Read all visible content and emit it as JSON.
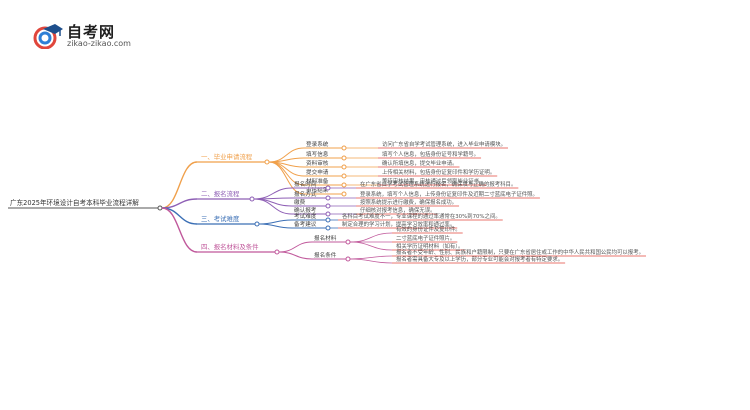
{
  "logo": {
    "cn": "自考网",
    "en": "zikao-zikao.com"
  },
  "mindmap": {
    "root": "广东2025年环境设计自考本科毕业流程详解",
    "branches": [
      {
        "label": "一、毕业申请流程",
        "color": "#f0a04b",
        "children": [
          {
            "label": "登录系统",
            "leaf": "访问广东省自学考试管理系统，进入毕业申请模块。"
          },
          {
            "label": "填写信息",
            "leaf": "填写个人信息，包括身份证号和学籍号。"
          },
          {
            "label": "资料审核",
            "leaf": "确认所填信息，提交毕业申请。"
          },
          {
            "label": "提交申请",
            "leaf": "上传相关材料，包括身份证复印件和学历证明。"
          },
          {
            "label": "材料准备",
            "leaf": "等待审核结果，审核通过后领取毕业证书。"
          },
          {
            "label": "审核结果",
            "leaf": ""
          }
        ]
      },
      {
        "label": "二、报名流程",
        "color": "#8e5fb5",
        "children": [
          {
            "label": "报名时间",
            "leaf": "在广东省自学考试管理系统进行报名，确保填写正确的报考科目。"
          },
          {
            "label": "报名方式",
            "leaf": "登录系统，填写个人信息，上传身份证复印件及近期二寸蓝底电子证件照。"
          },
          {
            "label": "缴费",
            "leaf": "按照系统提示进行缴费，确保报名成功。"
          },
          {
            "label": "确认报考",
            "leaf": "仔细核对报考信息，确保无误。"
          }
        ]
      },
      {
        "label": "三、考试难度",
        "color": "#3b6fb5",
        "children": [
          {
            "label": "考试难度",
            "leaf": "各科目考试难度不一，专业课程的通过率通常在30%到70%之间。"
          },
          {
            "label": "备考建议",
            "leaf": "制定合理的学习计划，提高学习效率和通过率。"
          }
        ]
      },
      {
        "label": "四、报名材料及条件",
        "color": "#c0589b",
        "children": [
          {
            "label": "报名材料",
            "leaves": [
              "有效的身份证件及复印件。",
              "二寸蓝底电子证件照片。",
              "相关学历证明材料（如有）。"
            ]
          },
          {
            "label": "报名条件",
            "leaves": [
              "报名者不受年龄、性别、民族和户籍限制，只要在广东省居住或工作的中华人民共和国公民均可以报考。",
              "报名者需具备大专及以上学历，部分专业可能会对报考者有特定要求。"
            ]
          }
        ]
      }
    ]
  }
}
